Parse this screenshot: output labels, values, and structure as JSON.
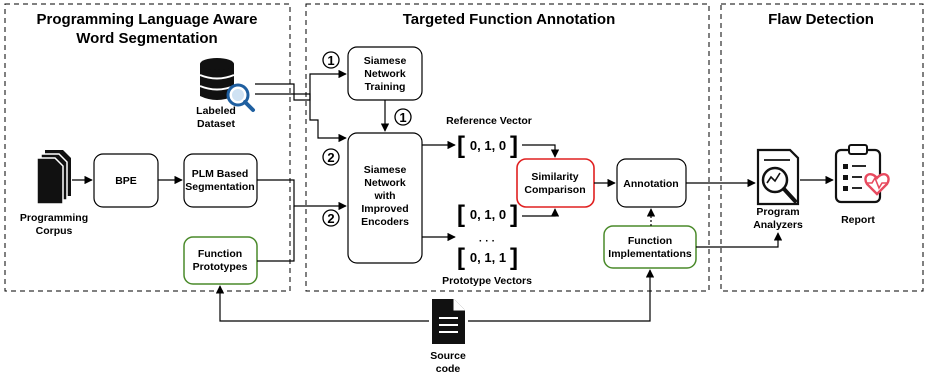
{
  "panels": {
    "segmentation_title_line1": "Programming Language Aware",
    "segmentation_title_line2": "Word Segmentation",
    "annotation_title": "Targeted Function Annotation",
    "detection_title": "Flaw Detection"
  },
  "nodes": {
    "labeled_dataset": [
      "Labeled",
      "Dataset"
    ],
    "programming_corpus": [
      "Programming",
      "Corpus"
    ],
    "bpe": "BPE",
    "plm_segmentation": [
      "PLM Based",
      "Segmentation"
    ],
    "function_prototypes": [
      "Function",
      "Prototypes"
    ],
    "siamese_training": [
      "Siamese",
      "Network",
      "Training"
    ],
    "siamese_improved": [
      "Siamese",
      "Network",
      "with",
      "Improved",
      "Encoders"
    ],
    "similarity_comparison": [
      "Similarity",
      "Comparison"
    ],
    "annotation": "Annotation",
    "function_implementations": [
      "Function",
      "Implementations"
    ],
    "program_analyzers": [
      "Program",
      "Analyzers"
    ],
    "report": "Report",
    "source_code": [
      "Source",
      "code"
    ]
  },
  "vectors": {
    "reference_label": "Reference Vector",
    "reference_value": "0, 1, 0",
    "prototype_label": "Prototype Vectors",
    "prototype_value_1": "0, 1, 0",
    "prototype_value_2": "0, 1, 1",
    "ellipsis": "· · ·"
  },
  "markers": {
    "step1": "1",
    "step2": "2"
  },
  "colors": {
    "similarity_border": "#e02020",
    "green_border": "#4a8a2a",
    "report_heart": "#e84a5f"
  }
}
